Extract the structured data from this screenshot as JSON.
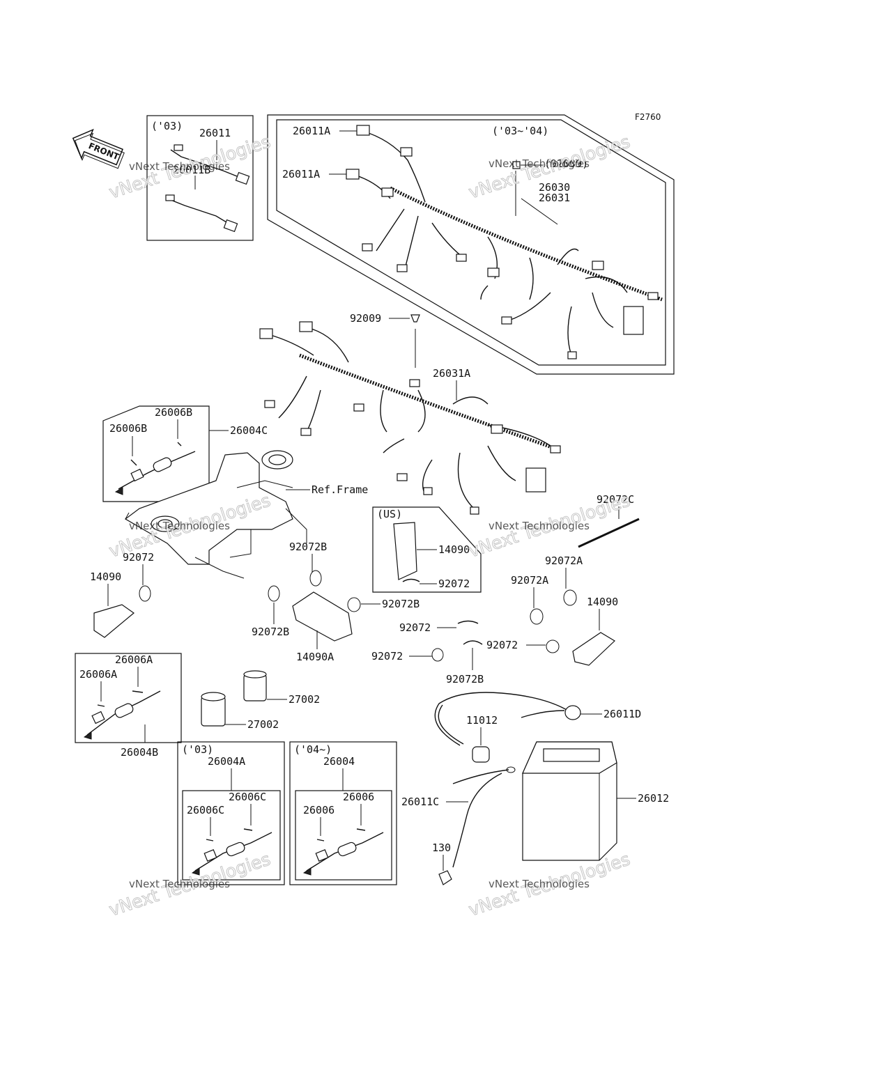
{
  "figure_code": "F2760",
  "front_label": "FRONT",
  "ref_frame": "Ref.Frame",
  "variants": {
    "y03": "('03)",
    "y03_04": "('03~'04)",
    "y04": "('04~)",
    "us": "(US)"
  },
  "watermark": {
    "line1": "vNext Technologies",
    "line2": "vNext Technologies"
  },
  "parts": {
    "p26011": "26011",
    "p26011B": "26011B",
    "p26011A_1": "26011A",
    "p26011A_2": "26011A",
    "p92009_paren": "(92009)",
    "p26030": "26030",
    "p26031": "26031",
    "p92009": "92009",
    "p26031A": "26031A",
    "p26006B_1": "26006B",
    "p26006B_2": "26006B",
    "p26004C": "26004C",
    "p92072C": "92072C",
    "p92072_1": "92072",
    "p14090_1": "14090",
    "p92072B_1": "92072B",
    "p14090_2": "14090",
    "p92072_2": "92072",
    "p92072A_1": "92072A",
    "p92072A_2": "92072A",
    "p14090_3": "14090",
    "p92072B_2": "92072B",
    "p92072B_3": "92072B",
    "p14090A": "14090A",
    "p92072_3": "92072",
    "p92072_4": "92072",
    "p92072_5": "92072",
    "p92072B_4": "92072B",
    "p26006A_1": "26006A",
    "p26006A_2": "26006A",
    "p27002_1": "27002",
    "p27002_2": "27002",
    "p26004B": "26004B",
    "p11012": "11012",
    "p26011D": "26011D",
    "p26004A": "26004A",
    "p26006C_1": "26006C",
    "p26006C_2": "26006C",
    "p26004": "26004",
    "p26006_1": "26006",
    "p26006_2": "26006",
    "p26011C": "26011C",
    "p26012": "26012",
    "p130": "130"
  }
}
